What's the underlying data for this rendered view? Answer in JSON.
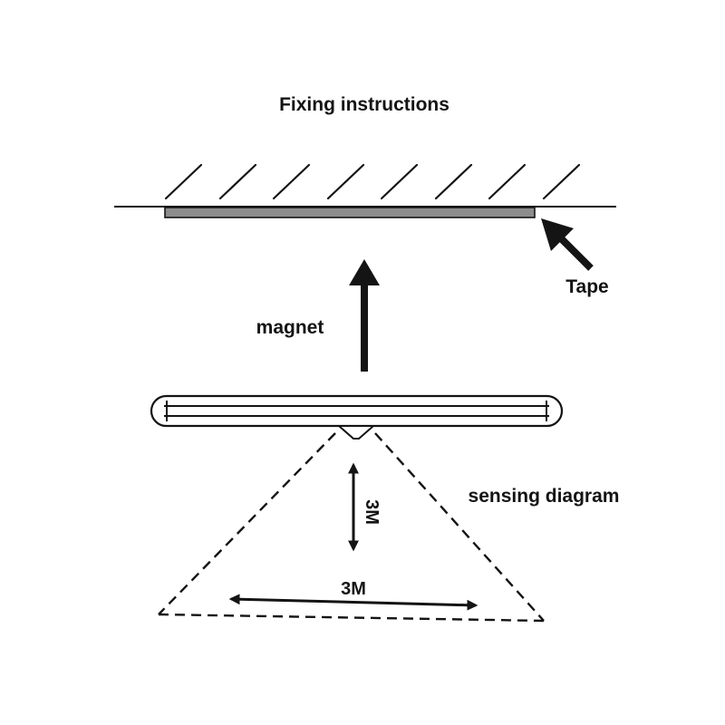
{
  "title": "Fixing instructions",
  "labels": {
    "tape": "Tape",
    "magnet": "magnet",
    "sensing": "sensing diagram",
    "height": "3M",
    "width": "3M"
  },
  "colors": {
    "ink": "#141414",
    "tape": "#8c8c8c",
    "background": "#ffffff"
  }
}
